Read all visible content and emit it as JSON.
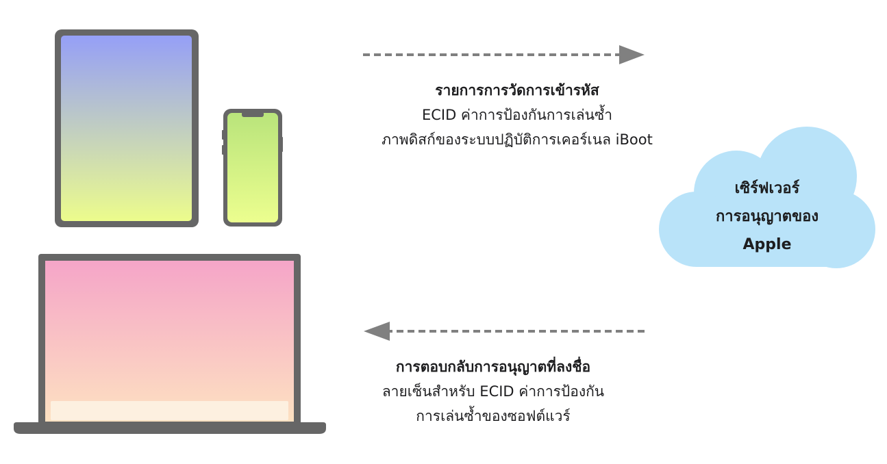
{
  "colors": {
    "device_frame": "#666666",
    "arrow": "#808080",
    "cloud_fill": "#b9e3f9",
    "text": "#1d1d1f",
    "ipad_screen_top": "#959ff7",
    "ipad_screen_bottom": "#ecfc8c",
    "iphone_screen_top": "#b9e47b",
    "iphone_screen_bottom": "#ecfe8f",
    "mac_screen_top": "#f5a5c8",
    "mac_screen_bottom": "#fde1c1",
    "mac_dock": "#fdf0e0"
  },
  "devices": {
    "tablet": "ipad",
    "phone": "iphone",
    "laptop": "macbook"
  },
  "server": {
    "shape": "cloud",
    "label_lines": [
      "เซิร์ฟเวอร์",
      "การอนุญาตของ",
      "Apple"
    ]
  },
  "request": {
    "direction": "device-to-server",
    "title": "รายการการวัดการเข้ารหัส",
    "lines": [
      "ECID ค่าการป้องกันการเล่นซ้ำ",
      "ภาพดิสก์ของระบบปฏิบัติการเคอร์เนล iBoot"
    ]
  },
  "response": {
    "direction": "server-to-device",
    "title": "การตอบกลับการอนุญาตที่ลงชื่อ",
    "lines": [
      "ลายเซ็นสำหรับ ECID ค่าการป้องกัน",
      "การเล่นซ้ำของซอฟต์แวร์"
    ]
  }
}
